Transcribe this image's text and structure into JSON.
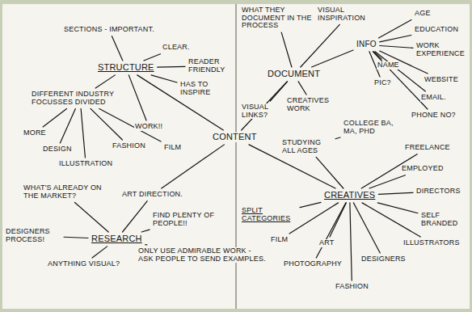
{
  "diagram": {
    "nodes": [
      {
        "text": [
          "SECTIONS - IMPORTANT."
        ]
      },
      {
        "text": [
          "STRUCTURE"
        ]
      },
      {
        "text": [
          "CLEAR."
        ]
      },
      {
        "text": [
          "READER FRIENDLY"
        ]
      },
      {
        "text": [
          "HAS TO INSPIRE"
        ]
      },
      {
        "text": [
          "DIFFERENT INDUSTRY FOCUSSES DIVIDED"
        ]
      },
      {
        "text": [
          "WORK!!"
        ]
      },
      {
        "text": [
          "MORE"
        ]
      },
      {
        "text": [
          "DESIGN"
        ]
      },
      {
        "text": [
          "ILLUSTRATION"
        ]
      },
      {
        "text": [
          "FASHION"
        ]
      },
      {
        "text": [
          "FILM"
        ]
      },
      {
        "text": [
          "CONTENT"
        ]
      },
      {
        "text": [
          "WHAT'S ALREADY ON THE MARKET?"
        ]
      },
      {
        "text": [
          "ART DIRECTION."
        ]
      },
      {
        "text": [
          "RESEARCH"
        ]
      },
      {
        "text": [
          "DESIGNERS PROCESS!"
        ]
      },
      {
        "text": [
          "ANYTHING VISUAL?"
        ]
      },
      {
        "text": [
          "FIND PLENTY OF PEOPLE!!"
        ]
      },
      {
        "text": [
          "ONLY USE ADMIRABLE WORK - ASK PEOPLE TO SEND EXAMPLES."
        ]
      },
      {
        "text": [
          "WHAT THEY DOCUMENT IN THE PROCESS"
        ]
      },
      {
        "text": [
          "VISUAL INSPIRATION"
        ]
      },
      {
        "text": [
          "DOCUMENT"
        ]
      },
      {
        "text": [
          "INFO"
        ]
      },
      {
        "text": [
          "AGE"
        ]
      },
      {
        "text": [
          "EDUCATION"
        ]
      },
      {
        "text": [
          "WORK EXPERIENCE"
        ]
      },
      {
        "text": [
          "NAME"
        ]
      },
      {
        "text": [
          "PIC?"
        ]
      },
      {
        "text": [
          "WEBSITE"
        ]
      },
      {
        "text": [
          "EMAIL."
        ]
      },
      {
        "text": [
          "PHONE NO?"
        ]
      },
      {
        "text": [
          "VISUAL LINKS?"
        ]
      },
      {
        "text": [
          "CREATIVES WORK"
        ]
      },
      {
        "text": [
          "STUDYING ALL AGES"
        ]
      },
      {
        "text": [
          "COLLEGE BA, MA, PHD"
        ]
      },
      {
        "text": [
          "FREELANCE"
        ]
      },
      {
        "text": [
          "EMPLOYED"
        ]
      },
      {
        "text": [
          "DIRECTORS"
        ]
      },
      {
        "text": [
          "CREATIVES"
        ]
      },
      {
        "text": [
          "SPLIT CATEGORIES"
        ]
      },
      {
        "text": [
          "FILM"
        ]
      },
      {
        "text": [
          "ART"
        ]
      },
      {
        "text": [
          "PHOTOGRAPHY"
        ]
      },
      {
        "text": [
          "FASHION"
        ]
      },
      {
        "text": [
          "DESIGNERS"
        ]
      },
      {
        "text": [
          "SELF BRANDED"
        ]
      },
      {
        "text": [
          "ILLUSTRATORS"
        ]
      }
    ],
    "edges": [
      {
        "from": 1,
        "to": 0,
        "arrow": "none"
      },
      {
        "from": 1,
        "to": 2,
        "arrow": "none"
      },
      {
        "from": 1,
        "to": 3,
        "arrow": "none"
      },
      {
        "from": 1,
        "to": 4,
        "arrow": "none"
      },
      {
        "from": 1,
        "to": 5,
        "arrow": "none"
      },
      {
        "from": 1,
        "to": 6,
        "arrow": "none"
      },
      {
        "from": 5,
        "to": 7,
        "arrow": "none"
      },
      {
        "from": 5,
        "to": 8,
        "arrow": "none"
      },
      {
        "from": 5,
        "to": 9,
        "arrow": "none"
      },
      {
        "from": 5,
        "to": 10,
        "arrow": "none"
      },
      {
        "from": 5,
        "to": 11,
        "arrow": "none"
      },
      {
        "from": 12,
        "to": 1,
        "arrow": "none"
      },
      {
        "from": 12,
        "to": 14,
        "arrow": "none"
      },
      {
        "from": 14,
        "to": 15,
        "arrow": "none"
      },
      {
        "from": 15,
        "to": 13,
        "arrow": "none"
      },
      {
        "from": 15,
        "to": 16,
        "arrow": "none"
      },
      {
        "from": 15,
        "to": 17,
        "arrow": "none"
      },
      {
        "from": 15,
        "to": 18,
        "arrow": "none"
      },
      {
        "from": 15,
        "to": 19,
        "arrow": "none"
      },
      {
        "from": 12,
        "to": 22,
        "arrow": "none"
      },
      {
        "from": 22,
        "to": 20,
        "arrow": "none"
      },
      {
        "from": 22,
        "to": 21,
        "arrow": "none"
      },
      {
        "from": 22,
        "to": 23,
        "arrow": "none"
      },
      {
        "from": 22,
        "to": 32,
        "arrow": "none"
      },
      {
        "from": 22,
        "to": 33,
        "arrow": "none"
      },
      {
        "from": 23,
        "to": 24,
        "arrow": "none"
      },
      {
        "from": 23,
        "to": 25,
        "arrow": "none"
      },
      {
        "from": 23,
        "to": 26,
        "arrow": "none"
      },
      {
        "from": 23,
        "to": 27,
        "arrow": "none"
      },
      {
        "from": 23,
        "to": 28,
        "arrow": "none"
      },
      {
        "from": 23,
        "to": 29,
        "arrow": "none"
      },
      {
        "from": 23,
        "to": 30,
        "arrow": "none"
      },
      {
        "from": 23,
        "to": 31,
        "arrow": "none"
      },
      {
        "from": 12,
        "to": 39,
        "arrow": "none"
      },
      {
        "from": 39,
        "to": 34,
        "arrow": "none"
      },
      {
        "from": 34,
        "to": 35,
        "arrow": "none"
      },
      {
        "from": 39,
        "to": 36,
        "arrow": "none"
      },
      {
        "from": 39,
        "to": 37,
        "arrow": "none"
      },
      {
        "from": 39,
        "to": 38,
        "arrow": "none"
      },
      {
        "from": 39,
        "to": 40,
        "arrow": "none"
      },
      {
        "from": 39,
        "to": 41,
        "arrow": "none"
      },
      {
        "from": 39,
        "to": 42,
        "arrow": "none"
      },
      {
        "from": 39,
        "to": 43,
        "arrow": "none"
      },
      {
        "from": 39,
        "to": 44,
        "arrow": "none"
      },
      {
        "from": 39,
        "to": 45,
        "arrow": "none"
      },
      {
        "from": 39,
        "to": 46,
        "arrow": "none"
      },
      {
        "from": 39,
        "to": 47,
        "arrow": "none"
      }
    ]
  }
}
